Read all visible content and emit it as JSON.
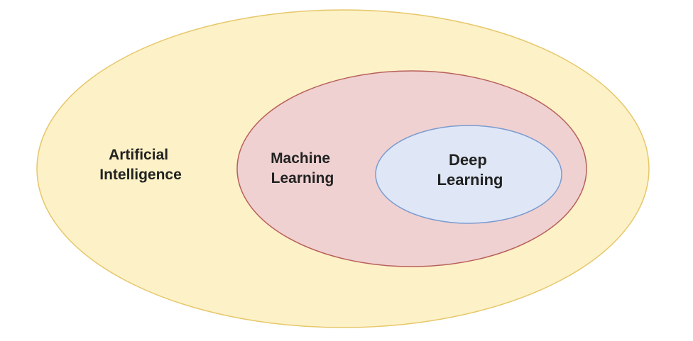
{
  "diagram": {
    "regions": [
      {
        "id": "artificial-intelligence",
        "lines": [
          "Artificial",
          "Intelligence"
        ],
        "fill": "#fdf1c7",
        "stroke": "#e6c76a"
      },
      {
        "id": "machine-learning",
        "lines": [
          "Machine",
          "Learning"
        ],
        "fill": "#efd1d1",
        "stroke": "#b8605b"
      },
      {
        "id": "deep-learning",
        "lines": [
          "Deep",
          "Learning"
        ],
        "fill": "#dfe7f6",
        "stroke": "#7b9bd0"
      }
    ]
  }
}
